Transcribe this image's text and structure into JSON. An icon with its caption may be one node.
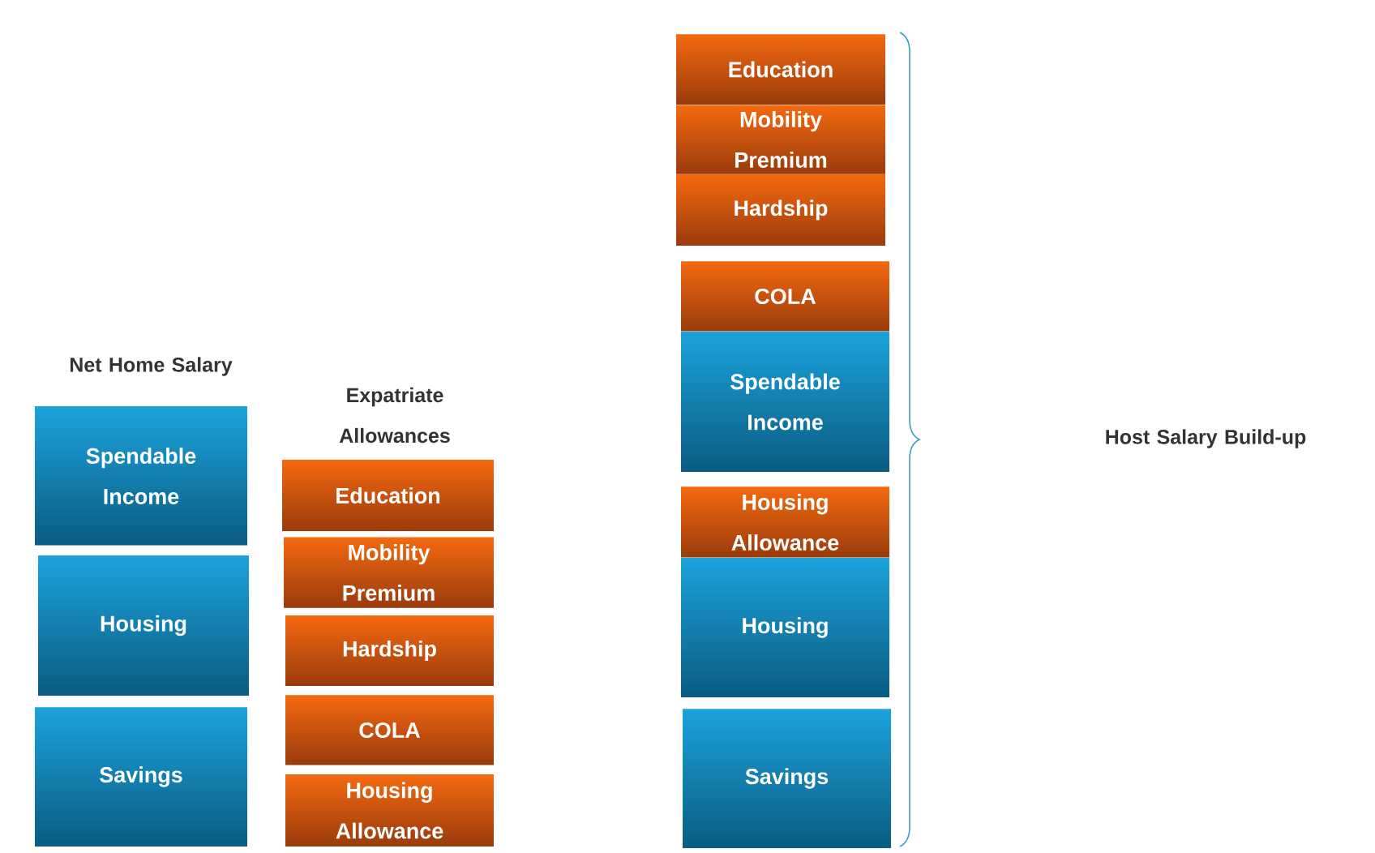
{
  "diagram": {
    "nodes": [
      {
        "text": [
          "Spendable Income"
        ]
      },
      {
        "text": [
          "Housing"
        ]
      },
      {
        "text": [
          "Savings"
        ]
      },
      {
        "text": [
          "Education"
        ]
      },
      {
        "text": [
          "Mobility Premium"
        ]
      },
      {
        "text": [
          "Hardship"
        ]
      },
      {
        "text": [
          "COLA"
        ]
      },
      {
        "text": [
          "Housing Allowance"
        ]
      },
      {
        "text": [
          "Education"
        ]
      },
      {
        "text": [
          "Mobility Premium"
        ]
      },
      {
        "text": [
          "Hardship"
        ]
      },
      {
        "text": [
          "COLA"
        ]
      },
      {
        "text": [
          "Spendable Income"
        ]
      },
      {
        "text": [
          "Housing Allowance"
        ]
      },
      {
        "text": [
          "Housing"
        ]
      },
      {
        "text": [
          "Savings"
        ]
      }
    ],
    "labels": [
      "Net Home Salary",
      "Expatriate Allowances",
      "Host Salary Build-up"
    ]
  }
}
